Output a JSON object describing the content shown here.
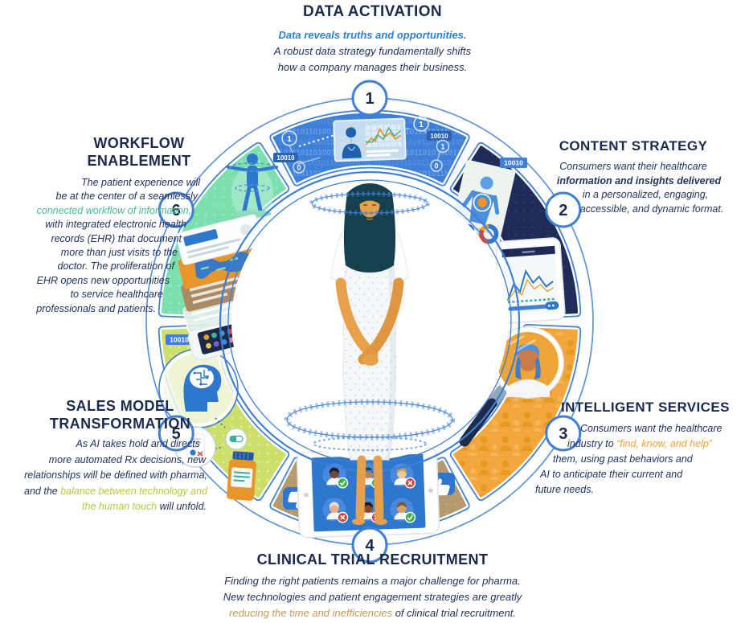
{
  "palette": {
    "navy_title": "#1b2a4a",
    "body_text": "#22325c",
    "accent_blue": "#2b7fd9",
    "accent_green": "#43bf8c",
    "accent_lime": "#b9c93e",
    "accent_orange": "#f0a232",
    "accent_tan": "#c49a56",
    "ring_line": "#3f7fd6",
    "seg_blue": "#3d7fd9",
    "seg_navy": "#202c58",
    "seg_orange": "#f2a63b",
    "seg_tan": "#b49a6e",
    "seg_lime": "#cede6a",
    "seg_mint": "#7cdfae"
  },
  "ring": {
    "badge_code": "10010",
    "binary_row": "1011010010110101101001011010",
    "node_one": "1",
    "node_zero": "0",
    "segments": [
      {
        "id": "data-activation",
        "number": "1",
        "color_key": "seg_blue"
      },
      {
        "id": "content-strategy",
        "number": "2",
        "color_key": "seg_navy"
      },
      {
        "id": "intelligent-services",
        "number": "3",
        "color_key": "seg_orange"
      },
      {
        "id": "clinical-trial",
        "number": "4",
        "color_key": "seg_tan"
      },
      {
        "id": "sales-model",
        "number": "5",
        "color_key": "seg_lime"
      },
      {
        "id": "workflow-enablement",
        "number": "6",
        "color_key": "seg_mint"
      }
    ]
  },
  "sections": {
    "data_activation": {
      "title": "DATA ACTIVATION",
      "lines": [
        [
          {
            "t": "Data reveals truths and opportunities.",
            "c": "bluebold"
          }
        ],
        [
          {
            "t": "A robust data strategy fundamentally shifts"
          }
        ],
        [
          {
            "t": "how a company manages their business."
          }
        ]
      ]
    },
    "content_strategy": {
      "title": "CONTENT STRATEGY",
      "lines": [
        [
          {
            "t": "Consumers want their healthcare"
          }
        ],
        [
          {
            "t": "information and insights delivered",
            "c": "bold"
          }
        ],
        [
          {
            "t": "in a personalized, engaging,"
          }
        ],
        [
          {
            "t": "accessible, and dynamic format."
          }
        ]
      ]
    },
    "intelligent_services": {
      "title": "INTELLIGENT SERVICES",
      "lines": [
        [
          {
            "t": "Consumers want the healthcare"
          }
        ],
        [
          {
            "t": "industry to "
          },
          {
            "t": "“find, know, and help”",
            "c": "orange"
          }
        ],
        [
          {
            "t": "them, using past behaviors and"
          }
        ],
        [
          {
            "t": "AI to anticipate their current and"
          }
        ],
        [
          {
            "t": "future needs."
          }
        ]
      ]
    },
    "clinical_trial": {
      "title": "CLINICAL TRIAL RECRUITMENT",
      "lines": [
        [
          {
            "t": "Finding the right patients remains a major challenge for pharma."
          }
        ],
        [
          {
            "t": "New technologies and patient engagement strategies are greatly"
          }
        ],
        [
          {
            "t": "reducing the time and inefficiencies",
            "c": "tan"
          },
          {
            "t": " of clinical trial recruitment."
          }
        ]
      ]
    },
    "sales_model": {
      "title_line1": "SALES MODEL",
      "title_line2": "TRANSFORMATION",
      "lines": [
        [
          {
            "t": "As AI takes hold and directs"
          }
        ],
        [
          {
            "t": "more automated Rx decisions, new"
          }
        ],
        [
          {
            "t": "relationships will be defined with pharma,"
          }
        ],
        [
          {
            "t": "and the "
          },
          {
            "t": "balance between technology and",
            "c": "lime"
          }
        ],
        [
          {
            "t": "the human touch",
            "c": "lime"
          },
          {
            "t": " will unfold."
          }
        ]
      ]
    },
    "workflow_enablement": {
      "title_line1": "WORKFLOW",
      "title_line2": "ENABLEMENT",
      "lines": [
        [
          {
            "t": "The patient experience will"
          }
        ],
        [
          {
            "t": "be at the center of a seamlessly"
          }
        ],
        [
          {
            "t": "connected workflow of information,",
            "c": "green"
          }
        ],
        [
          {
            "t": "with integrated electronic health"
          }
        ],
        [
          {
            "t": "records (EHR) that document"
          }
        ],
        [
          {
            "t": "more than just visits to the"
          }
        ],
        [
          {
            "t": "doctor.  The proliferation of"
          }
        ],
        [
          {
            "t": "EHR opens new opportunities"
          }
        ],
        [
          {
            "t": "to service healthcare"
          }
        ],
        [
          {
            "t": "professionals and patients."
          }
        ]
      ]
    }
  }
}
